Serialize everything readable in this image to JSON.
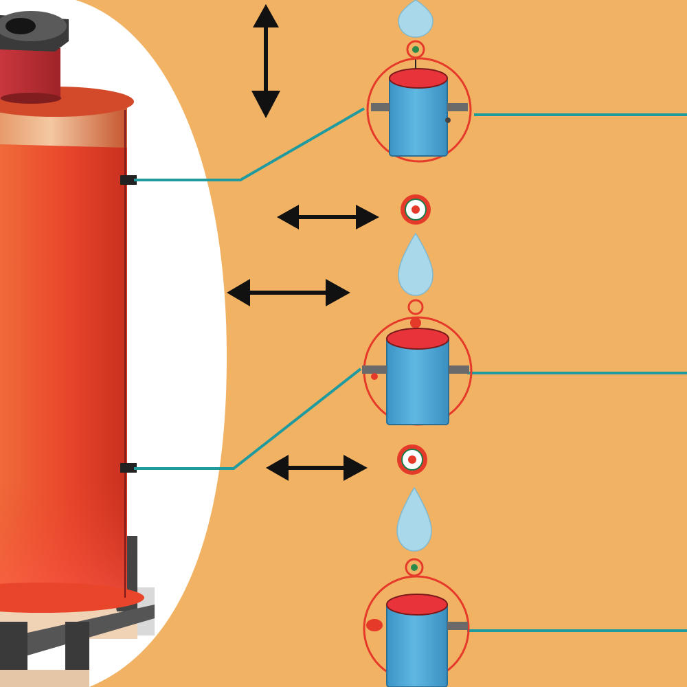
{
  "colors": {
    "background": "#f2b264",
    "panel": "#ffffff",
    "tank_red": "#e8452a",
    "tank_dark_red": "#b3281f",
    "pipe_teal": "#1f9a9f",
    "unit_blue": "#4aa8d8",
    "unit_cap_red": "#e8333a",
    "halo_red": "#e53a2a",
    "drop_blue": "#a8d8ea",
    "arrow": "#111111",
    "base_dark": "#333333"
  },
  "diagram": {
    "tank": {
      "icon": "water-heater-tank"
    },
    "units": [
      {
        "icon": "blue-cylinder-sensor"
      },
      {
        "icon": "blue-cylinder-sensor"
      },
      {
        "icon": "blue-cylinder-sensor"
      }
    ],
    "drops": [
      "water-drop-icon",
      "water-drop-icon",
      "water-drop-icon"
    ],
    "valves": [
      "red-valve-indicator",
      "red-valve-indicator"
    ],
    "arrows": {
      "vertical": "double-arrow-vertical",
      "horizontal": [
        "double-arrow-horizontal",
        "double-arrow-horizontal",
        "double-arrow-horizontal"
      ]
    }
  }
}
